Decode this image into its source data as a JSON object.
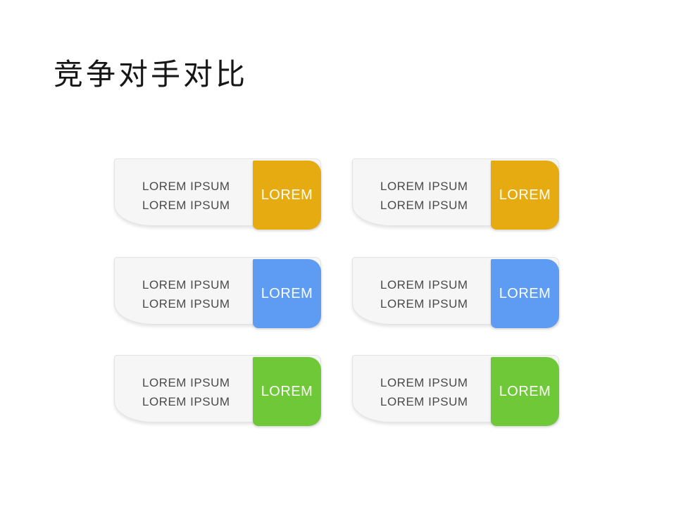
{
  "slide": {
    "title": "竞争对手对比"
  },
  "colors": {
    "gold": "#E5AB10",
    "blue": "#5D9CF2",
    "green": "#6FC838"
  },
  "cards": [
    {
      "line1": "LOREM IPSUM",
      "line2": "LOREM IPSUM",
      "tab": "LOREM",
      "color": "gold"
    },
    {
      "line1": "LOREM IPSUM",
      "line2": "LOREM IPSUM",
      "tab": "LOREM",
      "color": "gold"
    },
    {
      "line1": "LOREM IPSUM",
      "line2": "LOREM IPSUM",
      "tab": "LOREM",
      "color": "blue"
    },
    {
      "line1": "LOREM IPSUM",
      "line2": "LOREM IPSUM",
      "tab": "LOREM",
      "color": "blue"
    },
    {
      "line1": "LOREM IPSUM",
      "line2": "LOREM IPSUM",
      "tab": "LOREM",
      "color": "green"
    },
    {
      "line1": "LOREM IPSUM",
      "line2": "LOREM IPSUM",
      "tab": "LOREM",
      "color": "green"
    }
  ]
}
